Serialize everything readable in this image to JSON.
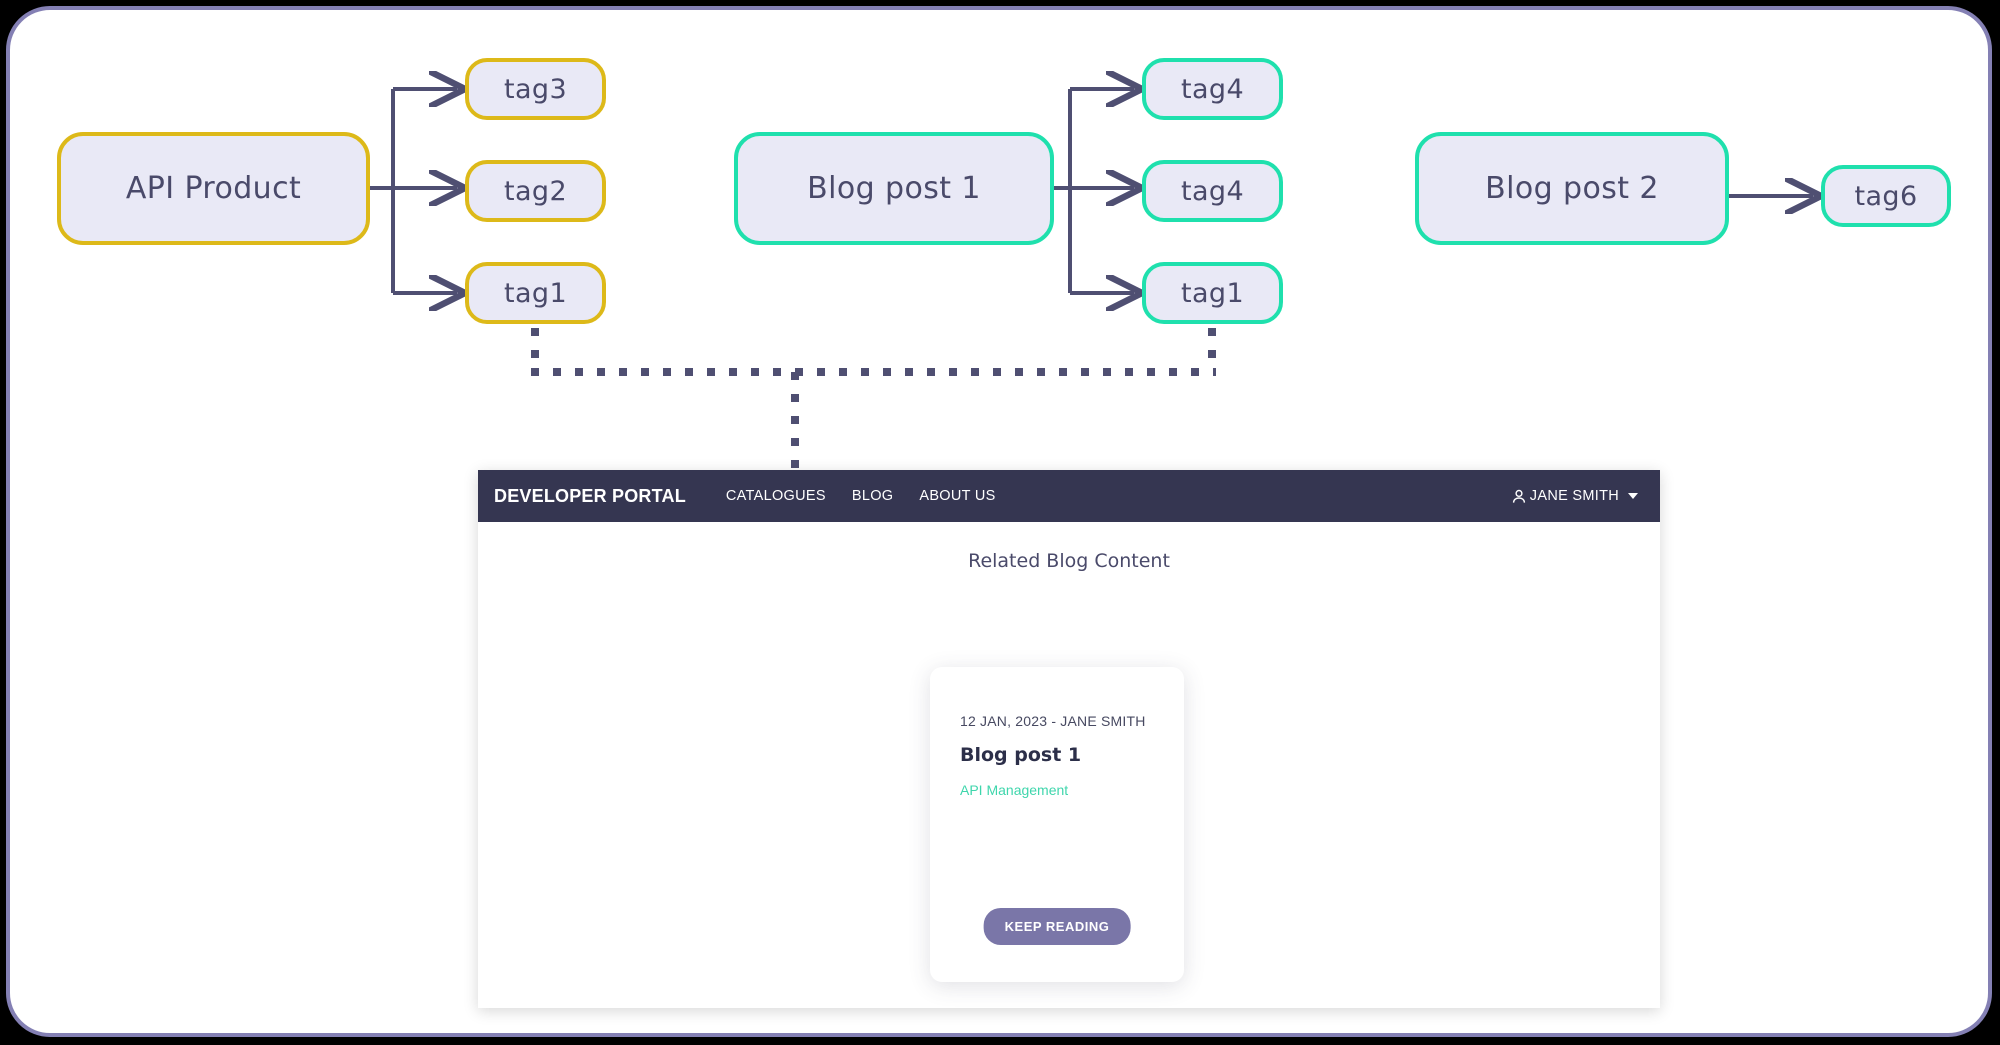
{
  "theme": {
    "frame_border": "#8480b4",
    "tag_yellow": "#ddb919",
    "tag_teal": "#1fe0ad",
    "node_fill": "#e9e9f6",
    "node_text": "#4a4a6a",
    "connector": "#4f4f72",
    "navbar_bg": "#353651",
    "button_bg": "#7a76a8",
    "category_green": "#3fd6ac"
  },
  "diagram": {
    "groups": [
      {
        "source_label": "API Product",
        "source_color": "yellow",
        "tags": [
          "tag3",
          "tag2",
          "tag1"
        ],
        "tag_color": "yellow"
      },
      {
        "source_label": "Blog post 1",
        "source_color": "teal",
        "tags": [
          "tag4",
          "tag4",
          "tag1"
        ],
        "tag_color": "teal"
      },
      {
        "source_label": "Blog post 2",
        "source_color": "teal",
        "tags": [
          "tag6"
        ],
        "tag_color": "teal"
      }
    ],
    "nodes": {
      "api_product": "API Product",
      "tag3": "tag3",
      "tag2": "tag2",
      "tag1_yellow": "tag1",
      "blog_post_1": "Blog post 1",
      "tag4_a": "tag4",
      "tag4_b": "tag4",
      "tag1_teal": "tag1",
      "blog_post_2": "Blog post 2",
      "tag6": "tag6"
    }
  },
  "portal": {
    "brand": "DEVELOPER PORTAL",
    "nav_links": [
      {
        "label": "CATALOGUES"
      },
      {
        "label": "BLOG"
      },
      {
        "label": "ABOUT US"
      }
    ],
    "user": {
      "name": "JANE SMITH",
      "icon": "person-icon",
      "caret": "chevron-down-icon"
    },
    "heading": "Related Blog Content",
    "card": {
      "meta": "12 JAN, 2023 - JANE SMITH",
      "title": "Blog post 1",
      "category": "API Management",
      "button_label": "KEEP READING"
    }
  }
}
